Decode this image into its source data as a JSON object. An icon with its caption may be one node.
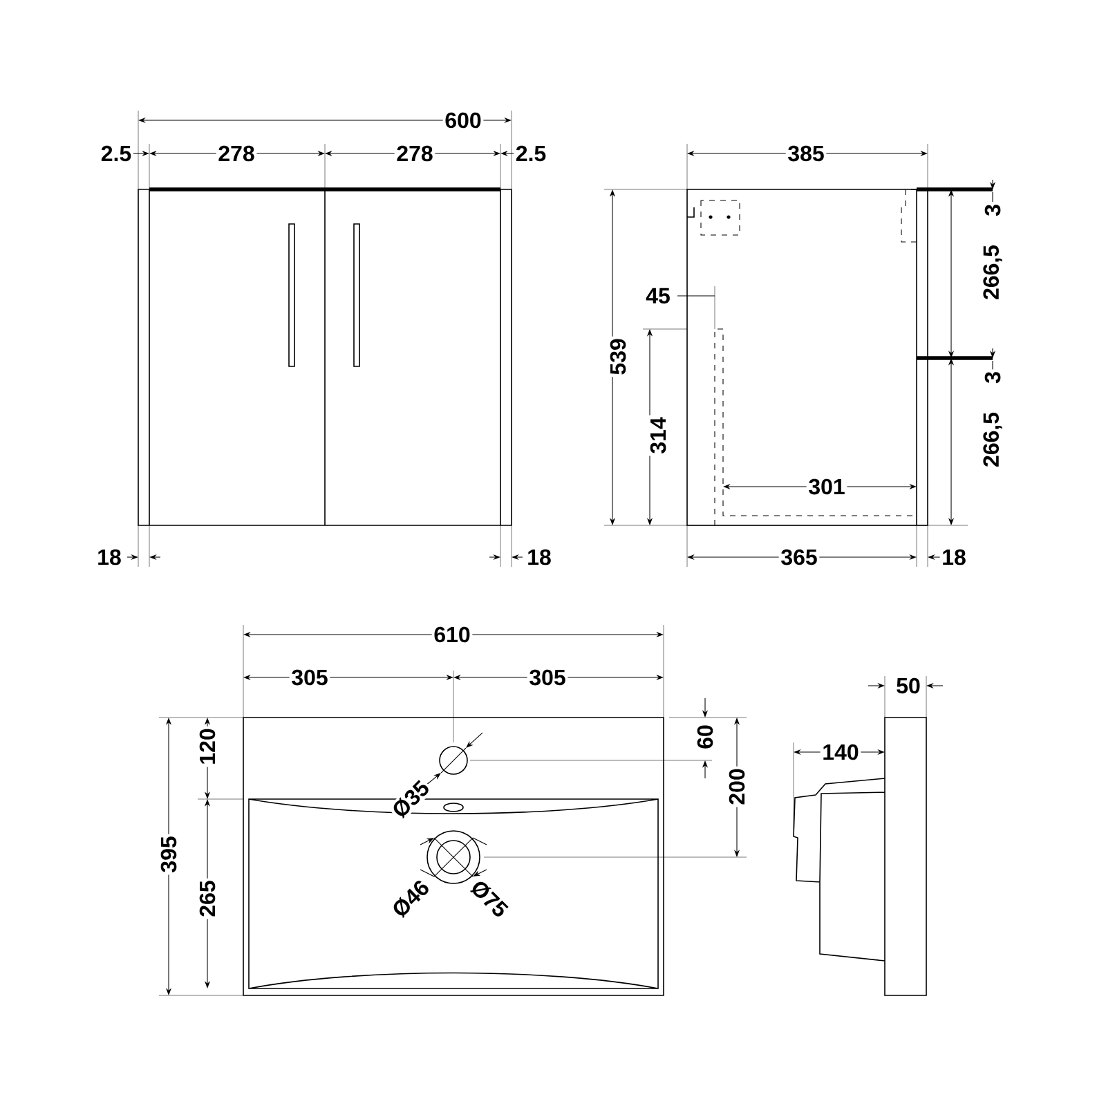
{
  "diagram": {
    "labels": [
      "600",
      "2.5",
      "278",
      "278",
      "2.5",
      "385",
      "3",
      "266,5",
      "45",
      "539",
      "3",
      "314",
      "266,5",
      "301",
      "18",
      "18",
      "365",
      "18",
      "610",
      "305",
      "305",
      "50",
      "60",
      "120",
      "140",
      "Ø35",
      "200",
      "395",
      "265",
      "Ø46",
      "Ø75"
    ]
  }
}
